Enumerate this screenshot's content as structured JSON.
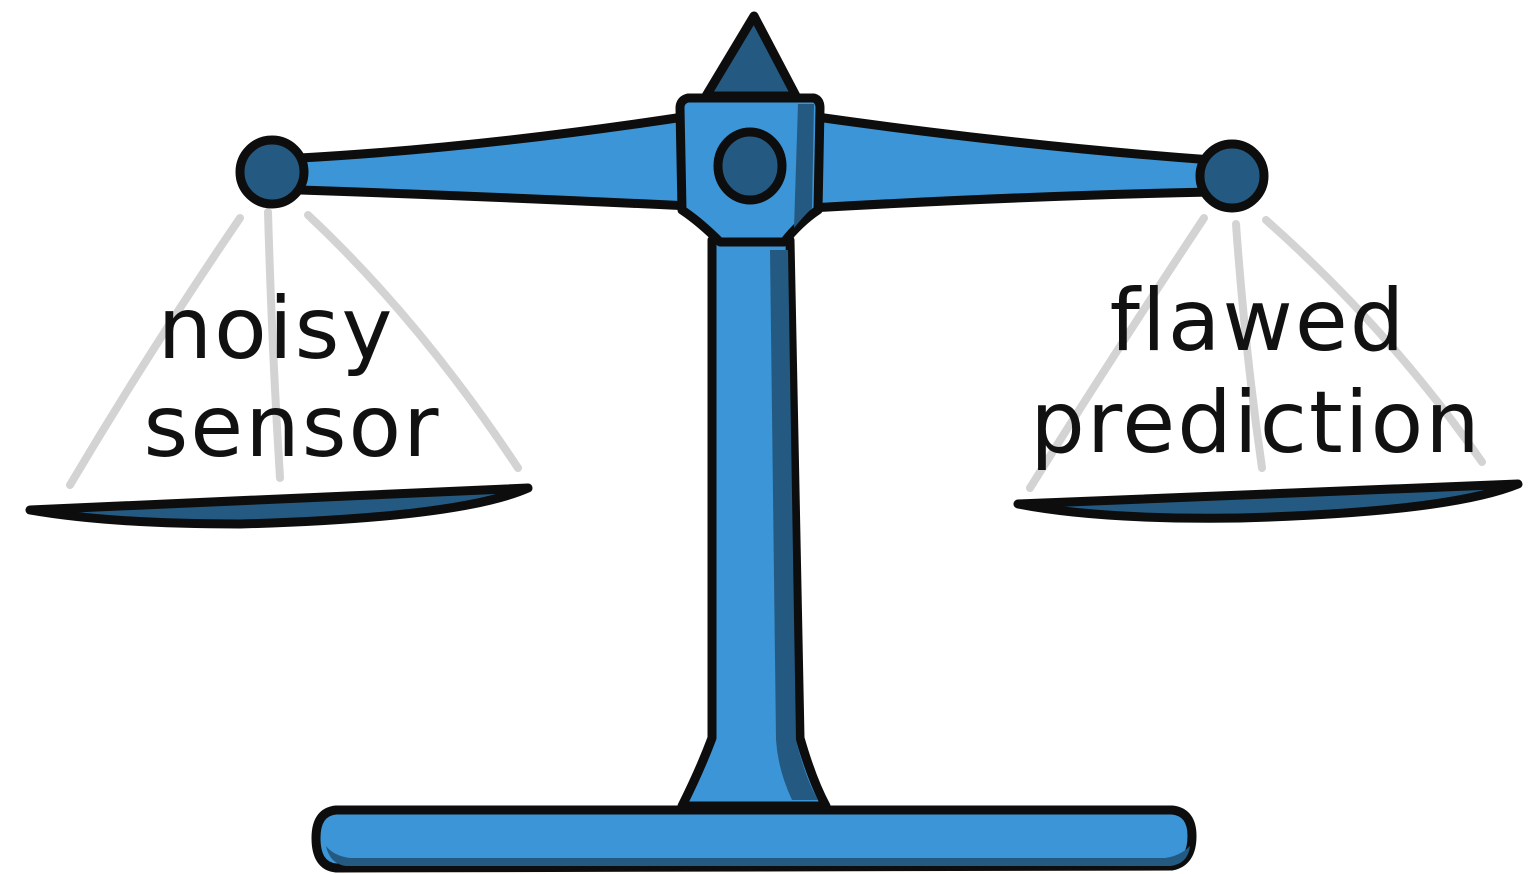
{
  "diagram": {
    "left_pan": {
      "line1": "noisy",
      "line2": "sensor"
    },
    "right_pan": {
      "line1": "flawed",
      "line2": "prediction"
    },
    "colors": {
      "body_blue": "#3b95d6",
      "shadow_blue": "#245a82",
      "outline": "#0d0d0d",
      "strings": "#d3d3d3"
    },
    "icon": "balance-scale-icon"
  }
}
